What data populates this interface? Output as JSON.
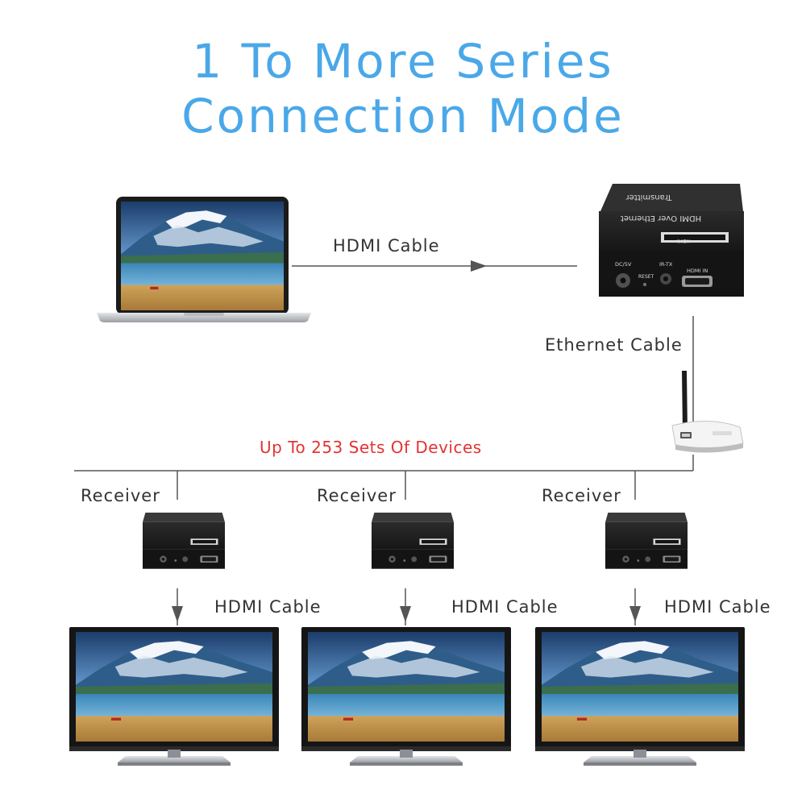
{
  "title": {
    "line1": "1 To More Series",
    "line2": "Connection Mode"
  },
  "links": {
    "hdmi_input": "HDMI Cable",
    "ethernet": "Ethernet Cable",
    "note": "Up To 253 Sets Of Devices"
  },
  "transmitter": {
    "top_label": "Transmitter",
    "product_label": "HDMI Over Ethernet",
    "port_dc": "DC/5V",
    "port_reset": "RESET",
    "port_irtx": "IR-TX",
    "port_hdmi": "HDMI IN",
    "logo": "HDMI"
  },
  "receivers": [
    {
      "label": "Receiver",
      "cable": "HDMI Cable"
    },
    {
      "label": "Receiver",
      "cable": "HDMI Cable"
    },
    {
      "label": "Receiver",
      "cable": "HDMI Cable"
    }
  ],
  "colors": {
    "title": "#4aa8e8",
    "note": "#e53232",
    "line": "#555555",
    "device": "#1f1f1f"
  }
}
